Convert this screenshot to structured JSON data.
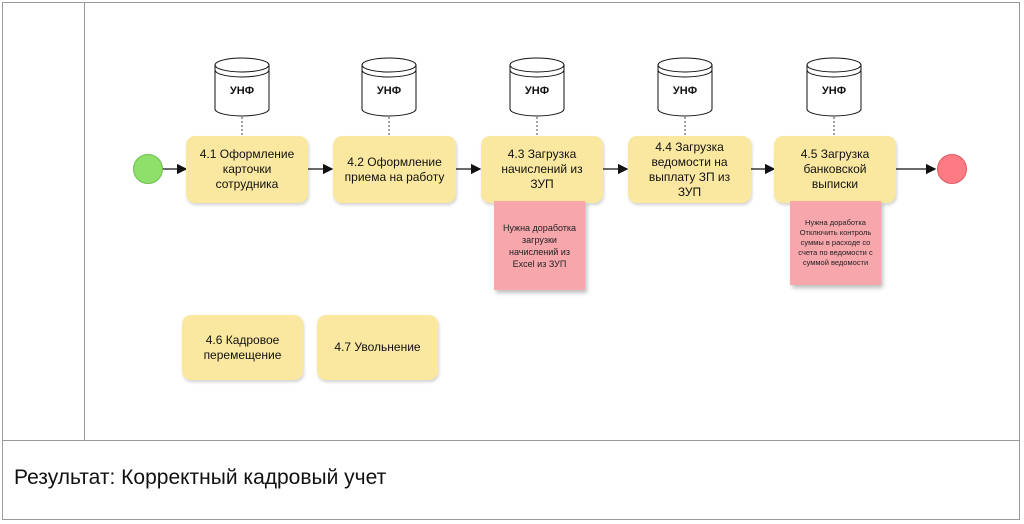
{
  "diagram": {
    "databases": [
      {
        "id": "db1",
        "label": "УНФ"
      },
      {
        "id": "db2",
        "label": "УНФ"
      },
      {
        "id": "db3",
        "label": "УНФ"
      },
      {
        "id": "db4",
        "label": "УНФ"
      },
      {
        "id": "db5",
        "label": "УНФ"
      }
    ],
    "tasks": [
      {
        "id": "t41",
        "label": "4.1 Оформление карточки сотрудника"
      },
      {
        "id": "t42",
        "label": "4.2 Оформление приема на работу"
      },
      {
        "id": "t43",
        "label": "4.3 Загрузка начислений из ЗУП"
      },
      {
        "id": "t44",
        "label": "4.4 Загрузка ведомости на выплату ЗП из ЗУП"
      },
      {
        "id": "t45",
        "label": "4.5 Загрузка банковской выписки"
      },
      {
        "id": "t46",
        "label": "4.6 Кадровое перемещение"
      },
      {
        "id": "t47",
        "label": "4.7 Увольнение"
      }
    ],
    "notes": [
      {
        "id": "n1",
        "text": "Нужна доработка загрузки начислений из Excel из ЗУП"
      },
      {
        "id": "n2",
        "text": "Нужна доработка Отключить контроль суммы в расходе со счета по ведомости с суммой ведомости"
      }
    ],
    "events": {
      "start_color": "#8fe06a",
      "end_color": "#ff7b83"
    },
    "colors": {
      "task_fill": "#fbe8a0",
      "note_fill": "#f7a6ac"
    }
  },
  "result": {
    "text": "Результат: Корректный кадровый учет"
  }
}
